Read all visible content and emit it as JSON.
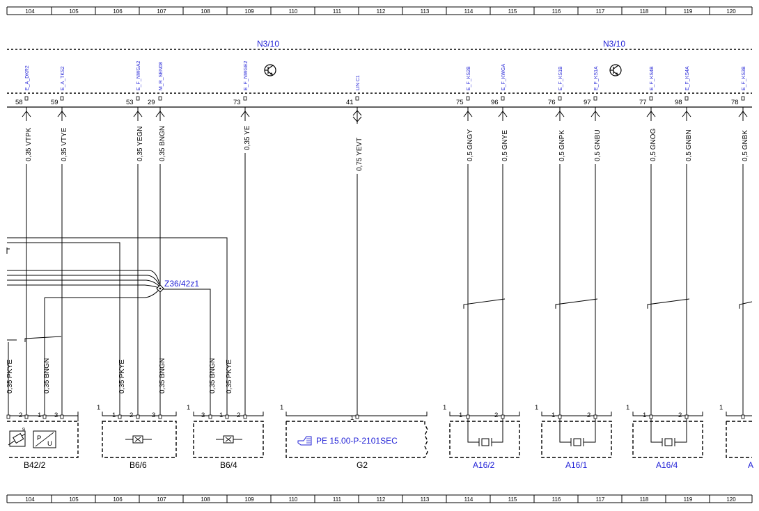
{
  "ruler": {
    "columns": [
      "104",
      "105",
      "106",
      "107",
      "108",
      "109",
      "110",
      "111",
      "112",
      "113",
      "114",
      "115",
      "116",
      "117",
      "118",
      "119",
      "120"
    ]
  },
  "control_units": [
    {
      "label": "N3/10"
    },
    {
      "label": "N3/10"
    }
  ],
  "connector_pins": [
    {
      "pin": "58",
      "signal": "E_A_DKR2",
      "wire": "0,35 VTPK"
    },
    {
      "pin": "59",
      "signal": "E_A_TKS2",
      "wire": "0,35 VTYE"
    },
    {
      "pin": "53",
      "signal": "E_F_NWGA2",
      "wire": "0,35 YEGN"
    },
    {
      "pin": "29",
      "signal": "M_R_SEN08",
      "wire": "0,35 BNGN"
    },
    {
      "pin": "73",
      "signal": "E_F_NWGE2",
      "wire": "0,35 YE"
    },
    {
      "pin": "41",
      "signal": "LIN C1",
      "wire": "0,75 YEVT"
    },
    {
      "pin": "75",
      "signal": "E_F_KS2B",
      "wire": "0,5 GNGY"
    },
    {
      "pin": "96",
      "signal": "E_F_KWGA",
      "wire": "0,5 GNYE"
    },
    {
      "pin": "76",
      "signal": "E_F_KS1B",
      "wire": "0,5 GNPK"
    },
    {
      "pin": "97",
      "signal": "E_F_KS1A",
      "wire": "0,5 GNBU"
    },
    {
      "pin": "77",
      "signal": "E_F_KS4B",
      "wire": "0,5 GNOG"
    },
    {
      "pin": "98",
      "signal": "E_F_KS4A",
      "wire": "0,5 GNBN"
    },
    {
      "pin": "78",
      "signal": "E_F_KS3B",
      "wire": "0,5 GNBK"
    }
  ],
  "splice": {
    "label": "Z36/42z1"
  },
  "lower_wires": [
    {
      "label": "0,35 PKYE"
    },
    {
      "label": "0,35 BNGN"
    },
    {
      "label": "0,35 PKYE"
    },
    {
      "label": "0,35 BNGN"
    },
    {
      "label": "0,35 BNGN"
    },
    {
      "label": "0,35 PKYE"
    }
  ],
  "components": [
    {
      "label": "B42/2",
      "pins": [
        "2",
        "1",
        "3"
      ],
      "symbol_text": [
        "9",
        "P",
        "U"
      ]
    },
    {
      "label": "B6/6",
      "pins": [
        "1",
        "2",
        "3"
      ],
      "corner": "1"
    },
    {
      "label": "B6/4",
      "pins": [
        "3",
        "1",
        "2"
      ],
      "corner": "1"
    },
    {
      "label": "G2",
      "pins": [
        "1"
      ],
      "corner": "1",
      "reference": "PE 15.00-P-2101SEC"
    },
    {
      "label": "A16/2",
      "pins": [
        "1",
        "2"
      ],
      "corner": "1"
    },
    {
      "label": "A16/1",
      "pins": [
        "1",
        "2"
      ],
      "corner": "1"
    },
    {
      "label": "A16/4",
      "pins": [
        "1",
        "2"
      ],
      "corner": "1"
    },
    {
      "label": "A",
      "corner": "1"
    }
  ],
  "colors": {
    "blue": "#1f1fd6",
    "line": "#000000"
  }
}
